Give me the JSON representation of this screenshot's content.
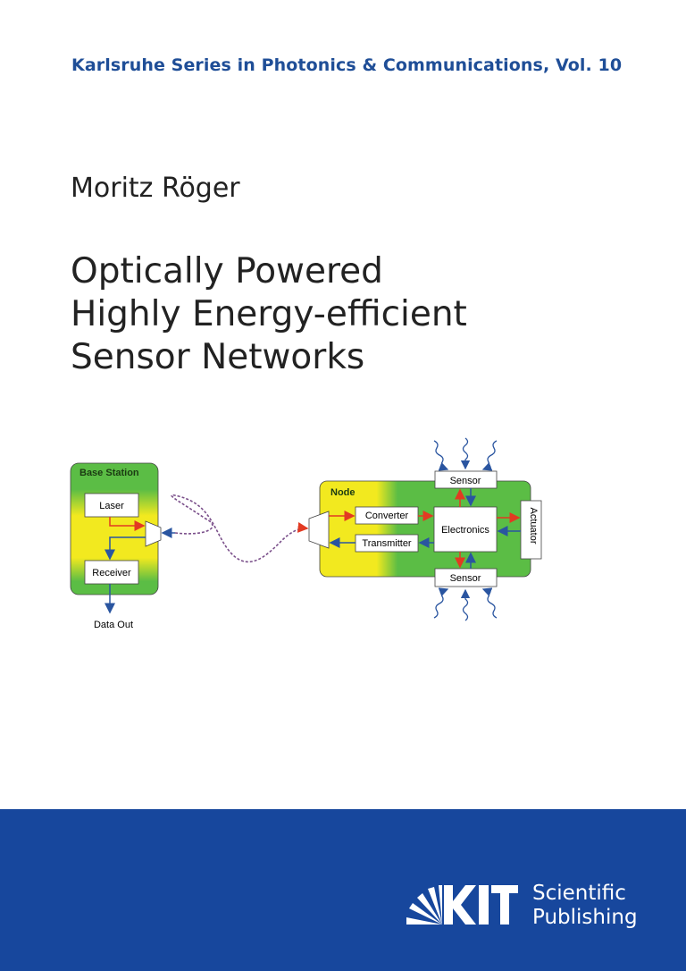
{
  "series": "Karlsruhe Series in Photonics & Communications, Vol. 10",
  "author": "Moritz Röger",
  "title_lines": [
    "Optically Powered",
    "Highly Energy-efficient",
    "Sensor Networks"
  ],
  "diagram": {
    "base_station": "Base Station",
    "laser": "Laser",
    "receiver": "Receiver",
    "data_out": "Data Out",
    "node": "Node",
    "converter": "Converter",
    "transmitter": "Transmitter",
    "electronics": "Electronics",
    "actuator": "Actuator",
    "sensor_top": "Sensor",
    "sensor_bottom": "Sensor"
  },
  "publisher": {
    "logo": "KIT",
    "line1": "Scientific",
    "line2": "Publishing"
  },
  "colors": {
    "brand_blue": "#17479d",
    "green": "#5bbd45",
    "yellow": "#f2e91f",
    "red": "#e23a22",
    "arrow_blue": "#2a55a0"
  }
}
